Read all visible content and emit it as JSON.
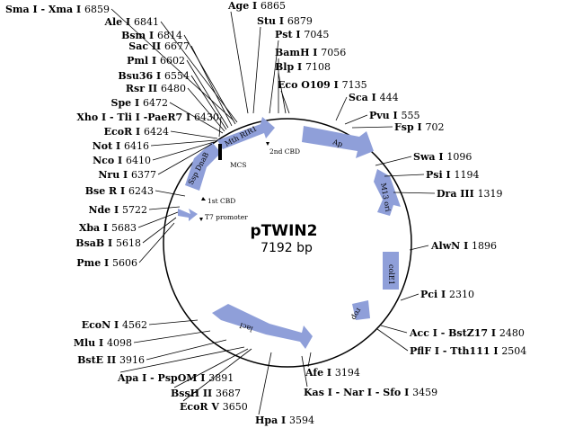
{
  "plasmid": {
    "name": "pTWIN2",
    "size": "7192 bp"
  },
  "sites_left": [
    {
      "name": "Sma I - Xma I",
      "pos": "6859"
    },
    {
      "name": "Ale I",
      "pos": "6841"
    },
    {
      "name": "Bsm I",
      "pos": "6814"
    },
    {
      "name": "Sac II",
      "pos": "6677"
    },
    {
      "name": "Pml I",
      "pos": "6602"
    },
    {
      "name": "Bsu36 I",
      "pos": "6554"
    },
    {
      "name": "Rsr II",
      "pos": "6480"
    },
    {
      "name": "Spe I",
      "pos": "6472"
    },
    {
      "name": "Xho I - Tli I -PaeR7 I",
      "pos": "6430"
    },
    {
      "name": "EcoR I",
      "pos": "6424"
    },
    {
      "name": "Not I",
      "pos": "6416"
    },
    {
      "name": "Nco I",
      "pos": "6410"
    },
    {
      "name": "Nru I",
      "pos": "6377"
    },
    {
      "name": "Bse R I",
      "pos": "6243"
    },
    {
      "name": "Nde I",
      "pos": "5722"
    },
    {
      "name": "Xba I",
      "pos": "5683"
    },
    {
      "name": "BsaB I",
      "pos": "5618"
    },
    {
      "name": "Pme I",
      "pos": "5606"
    },
    {
      "name": "EcoN I",
      "pos": "4562"
    },
    {
      "name": "Mlu I",
      "pos": "4098"
    },
    {
      "name": "BstE II",
      "pos": "3916"
    }
  ],
  "sites_top": [
    {
      "name": "Age I",
      "pos": "6865"
    },
    {
      "name": "Stu I",
      "pos": "6879"
    },
    {
      "name": "Pst I",
      "pos": "7045"
    },
    {
      "name": "BamH I",
      "pos": "7056"
    },
    {
      "name": "Blp I",
      "pos": "7108"
    },
    {
      "name": "Eco O109 I",
      "pos": "7135"
    }
  ],
  "sites_right": [
    {
      "name": "Sca I",
      "pos": "444"
    },
    {
      "name": "Pvu I",
      "pos": "555"
    },
    {
      "name": "Fsp I",
      "pos": "702"
    },
    {
      "name": "Swa I",
      "pos": "1096"
    },
    {
      "name": "Psi I",
      "pos": "1194"
    },
    {
      "name": "Dra III",
      "pos": "1319"
    },
    {
      "name": "AlwN I",
      "pos": "1896"
    },
    {
      "name": "Pci I",
      "pos": "2310"
    },
    {
      "name": "Acc I - BstZ17 I",
      "pos": "2480"
    },
    {
      "name": "PflF I - Tth111 I",
      "pos": "2504"
    }
  ],
  "sites_bottom": [
    {
      "name": "Apa I - PspOM I",
      "pos": "3891"
    },
    {
      "name": "BssH II",
      "pos": "3687"
    },
    {
      "name": "EcoR V",
      "pos": "3650"
    },
    {
      "name": "Hpa I",
      "pos": "3594"
    },
    {
      "name": "Kas I - Nar I - Sfo I",
      "pos": "3459"
    },
    {
      "name": "Afe I",
      "pos": "3194"
    }
  ],
  "features": [
    {
      "label": "Ap",
      "color": "#8f9fd9"
    },
    {
      "label": "M13 ori",
      "color": "#8f9fd9"
    },
    {
      "label": "colE1",
      "color": "#8f9fd9"
    },
    {
      "label": "rop",
      "color": "#8f9fd9"
    },
    {
      "label": "lacI",
      "color": "#8f9fd9"
    },
    {
      "label": "Ssp DnaB",
      "color": "#8f9fd9"
    },
    {
      "label": "Mth RIR1",
      "color": "#8f9fd9"
    },
    {
      "label": "",
      "color": "#8f9fd9"
    }
  ],
  "annotations": [
    {
      "label": "MCS"
    },
    {
      "label": "2nd CBD"
    },
    {
      "label": "1st CBD"
    },
    {
      "label": "T7 promoter"
    }
  ]
}
